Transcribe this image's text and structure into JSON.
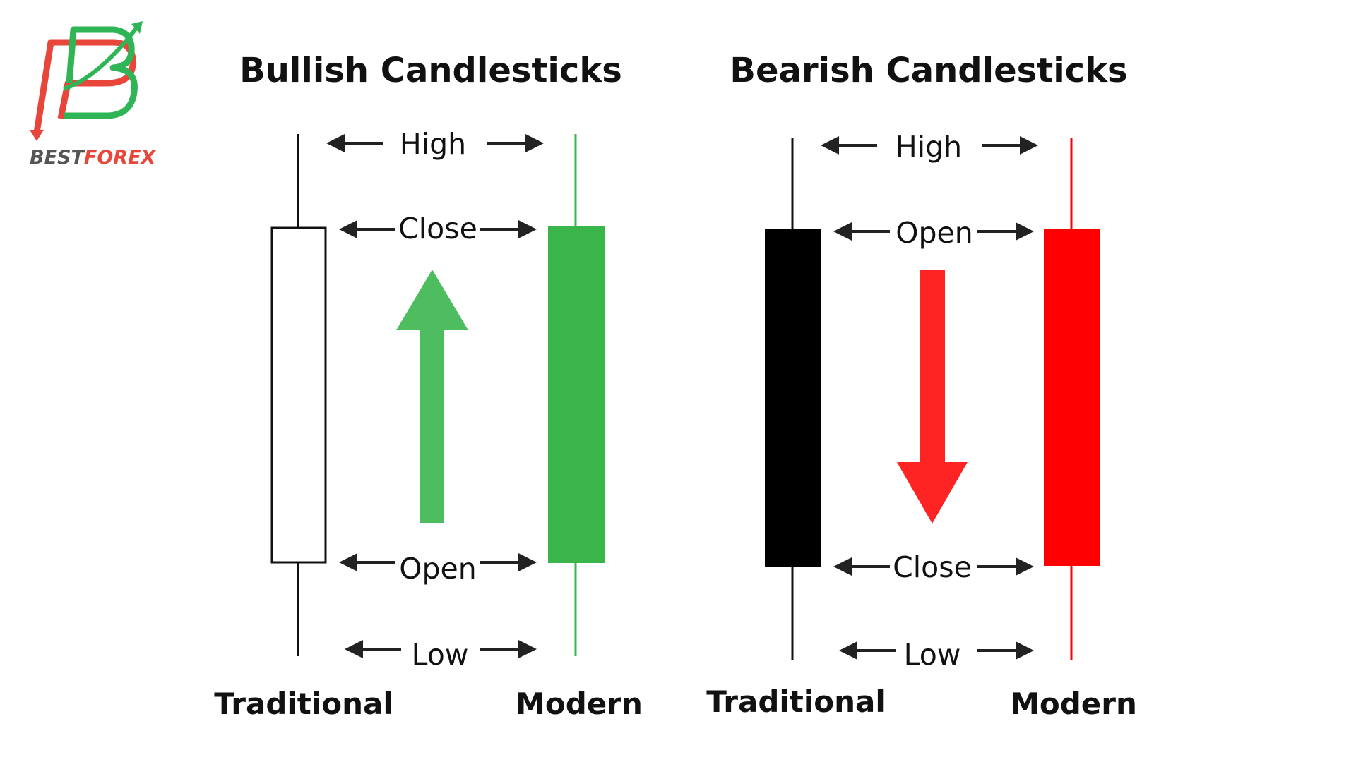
{
  "logo": {
    "text_best": "BEST",
    "text_forex": "FOREX",
    "red": "#e8463a",
    "green": "#2fb556",
    "gray": "#555555"
  },
  "panels": [
    {
      "title": "Bullish Candlesticks",
      "levels": [
        "High",
        "Close",
        "Open",
        "Low"
      ],
      "captions": [
        "Traditional",
        "Modern"
      ],
      "traditional_fill": "#ffffff",
      "modern_color": "#39b54a",
      "direction": "up",
      "direction_color": "#4dbd5f"
    },
    {
      "title": "Bearish Candlesticks",
      "levels": [
        "High",
        "Open",
        "Close",
        "Low"
      ],
      "captions": [
        "Traditional",
        "Modern"
      ],
      "traditional_fill": "#000000",
      "modern_color": "#ff0000",
      "direction": "down",
      "direction_color": "#ff2424"
    }
  ]
}
